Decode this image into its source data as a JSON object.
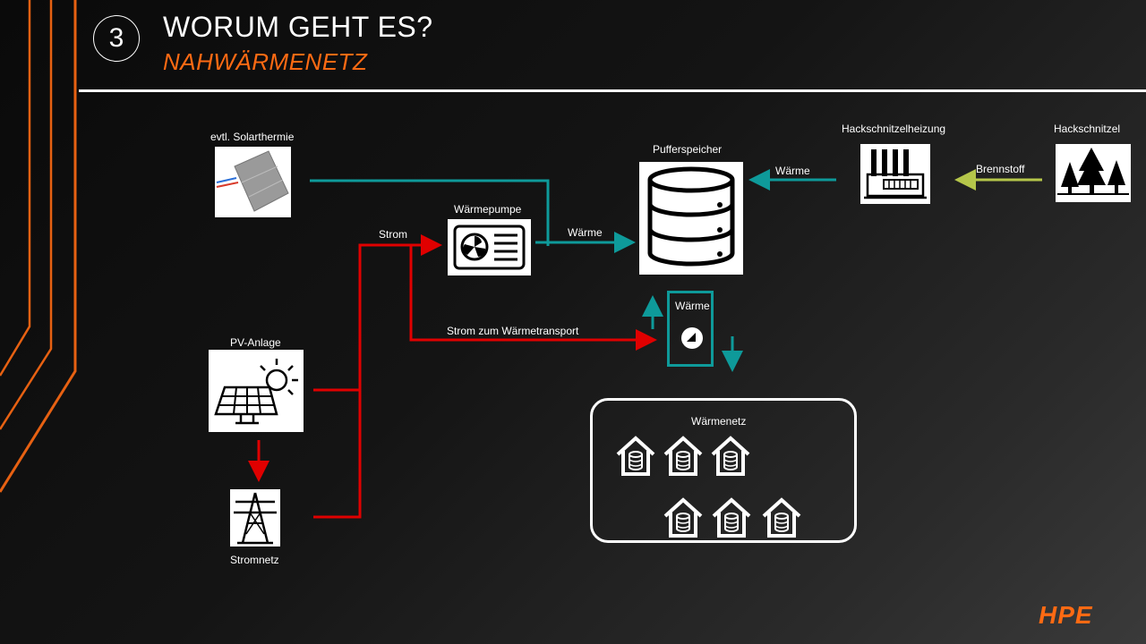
{
  "header": {
    "slide_number": "3",
    "title": "WORUM GEHT ES?",
    "subtitle": "NAHWÄRMENETZ"
  },
  "nodes": {
    "solarthermie": "evtl. Solarthermie",
    "waermepumpe": "Wärmepumpe",
    "pufferspeicher": "Pufferspeicher",
    "hackschnitzelheizung": "Hackschnitzelheizung",
    "hackschnitzel": "Hackschnitzel",
    "pv_anlage": "PV-Anlage",
    "stromnetz": "Stromnetz",
    "pumpe_waerme": "Wärme",
    "waermenetz": "Wärmenetz"
  },
  "edges": {
    "strom": "Strom",
    "waerme_wp": "Wärme",
    "waerme_heizung": "Wärme",
    "brennstoff": "Brennstoff",
    "strom_transport": "Strom zum Wärmetransport"
  },
  "colors": {
    "heat": "#0e9a9a",
    "power": "#e00000",
    "fuel": "#b5c64a",
    "accent": "#ff6a13"
  },
  "logo": "HPE"
}
